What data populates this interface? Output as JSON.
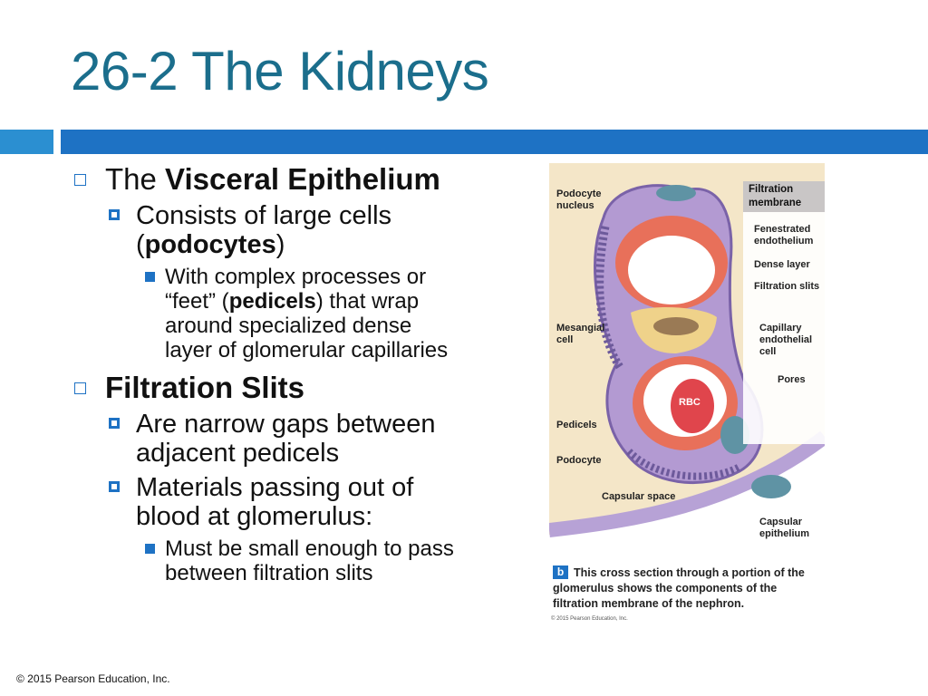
{
  "title": "26-2 The Kidneys",
  "bullets": {
    "visceral": {
      "prefix": "The ",
      "bold": "Visceral Epithelium",
      "sub": {
        "line1": "Consists of large cells",
        "line2_open": "(",
        "line2_bold": "podocytes",
        "line2_close": ")",
        "detail": {
          "a": "With complex processes or",
          "b_pre": "“feet” (",
          "b_bold": "pedicels",
          "b_post": ") that wrap",
          "c": "around specialized dense",
          "d": "layer of glomerular capillaries"
        }
      }
    },
    "slits": {
      "bold": "Filtration Slits",
      "sub1": {
        "line1": "Are narrow gaps between",
        "line2": "adjacent pedicels"
      },
      "sub2": {
        "line1": "Materials passing out of",
        "line2": "blood at glomerulus:",
        "detail": {
          "a": "Must be small enough to pass",
          "b": "between filtration slits"
        }
      }
    }
  },
  "figure": {
    "panel_heading": "Filtration membrane",
    "labels": {
      "podocyte_nucleus": "Podocyte nucleus",
      "fenestrated": "Fenestrated endothelium",
      "dense_layer": "Dense layer",
      "filtration_slits": "Filtration slits",
      "mesangial": "Mesangial cell",
      "capillary_endothelial": "Capillary endothelial cell",
      "pores": "Pores",
      "rbc": "RBC",
      "pedicels": "Pedicels",
      "podocyte": "Podocyte",
      "capsular_space": "Capsular space",
      "capsular_epithelium": "Capsular epithelium"
    },
    "caption_badge": "b",
    "caption": "This cross section through a portion of the glomerulus shows the components of the filtration membrane of the nephron.",
    "copyright": "© 2015 Pearson Education, Inc."
  },
  "footer": "© 2015 Pearson Education, Inc.",
  "colors": {
    "title": "#1b6e8c",
    "accent": "#1e72c4",
    "bar_light": "#2b8fd1"
  }
}
